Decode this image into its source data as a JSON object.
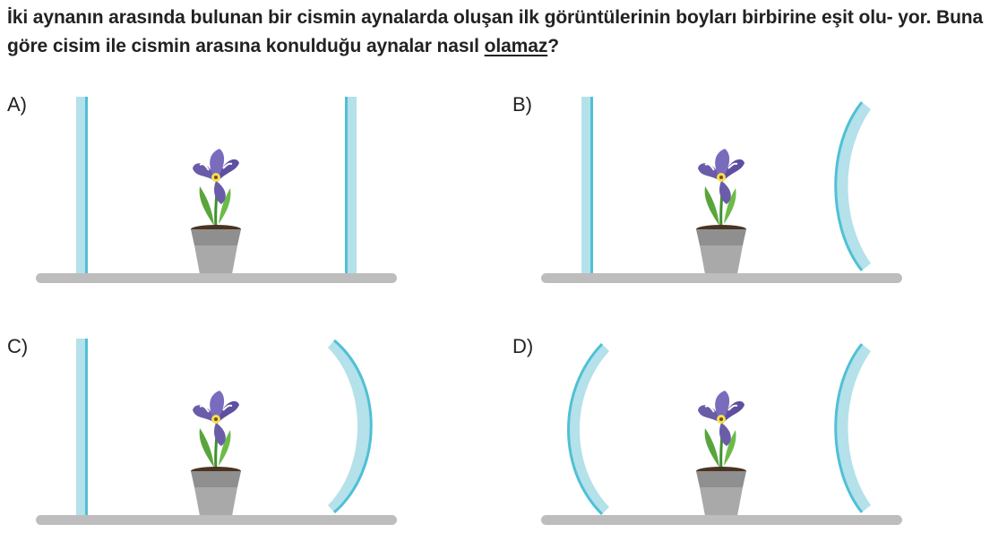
{
  "question": {
    "text_before": "İki aynanın arasında bulunan bir cismin aynalarda oluşan ilk görüntülerinin boyları birbirine eşit olu- yor. Buna göre cisim ile cismin arasına konulduğu aynalar nasıl ",
    "emphasis": "olamaz",
    "text_after": "?"
  },
  "options": [
    {
      "letter": "A)",
      "left_mirror": "plane-mirror-icon",
      "right_mirror": "plane-mirror-icon"
    },
    {
      "letter": "B)",
      "left_mirror": "plane-mirror-icon",
      "right_mirror": "concave-mirror-icon"
    },
    {
      "letter": "C)",
      "left_mirror": "plane-mirror-icon",
      "right_mirror": "convex-mirror-icon"
    },
    {
      "letter": "D)",
      "left_mirror": "convex-mirror-icon",
      "right_mirror": "concave-mirror-icon"
    }
  ],
  "colors": {
    "mirror_fill": "#b4e1ea",
    "mirror_edge": "#4fc0d6",
    "shelf": "#bdbdbd",
    "pot": "#a9a9a9",
    "pot_band": "#8f8f8f",
    "petal": "#6a5ca8",
    "leaf": "#5aa53b"
  }
}
